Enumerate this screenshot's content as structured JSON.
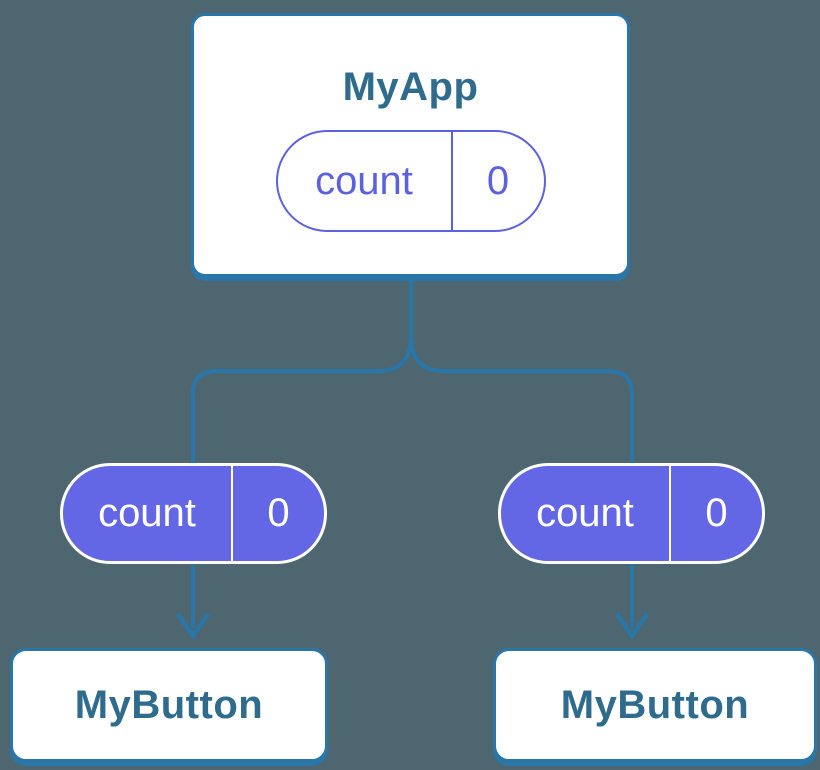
{
  "colors": {
    "background": "#4d6670",
    "line_blue": "#2a76a8",
    "node_text_blue": "#2f6b8c",
    "violet_fill": "#6467e5",
    "violet_outline": "#5c61e0",
    "node_fill": "#ffffff",
    "pill_text_on_violet": "#ffffff"
  },
  "tree": {
    "root": {
      "title": "MyApp",
      "state": {
        "key": "count",
        "value": "0"
      }
    },
    "children": [
      {
        "title": "MyButton",
        "state": {
          "key": "count",
          "value": "0"
        }
      },
      {
        "title": "MyButton",
        "state": {
          "key": "count",
          "value": "0"
        }
      }
    ]
  }
}
